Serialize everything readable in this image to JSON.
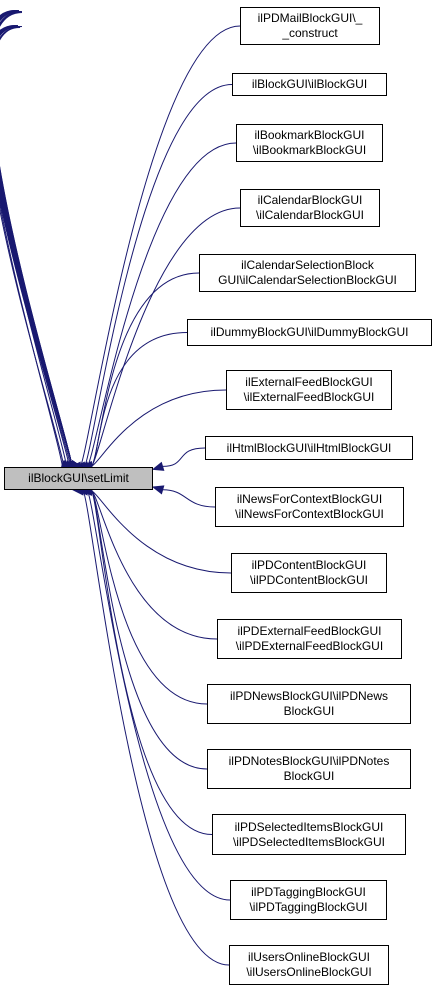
{
  "graph": {
    "root": {
      "label": "ilBlockGUI\\setLimit"
    },
    "callers": [
      {
        "lines": [
          "ilPDMailBlockGUI\\_",
          "_construct"
        ]
      },
      {
        "lines": [
          "ilBlockGUI\\ilBlockGUI"
        ]
      },
      {
        "lines": [
          "ilBookmarkBlockGUI",
          "\\ilBookmarkBlockGUI"
        ]
      },
      {
        "lines": [
          "ilCalendarBlockGUI",
          "\\ilCalendarBlockGUI"
        ]
      },
      {
        "lines": [
          "ilCalendarSelectionBlock",
          "GUI\\ilCalendarSelectionBlockGUI"
        ]
      },
      {
        "lines": [
          "ilDummyBlockGUI\\ilDummyBlockGUI"
        ]
      },
      {
        "lines": [
          "ilExternalFeedBlockGUI",
          "\\ilExternalFeedBlockGUI"
        ]
      },
      {
        "lines": [
          "ilHtmlBlockGUI\\ilHtmlBlockGUI"
        ]
      },
      {
        "lines": [
          "ilNewsForContextBlockGUI",
          "\\ilNewsForContextBlockGUI"
        ]
      },
      {
        "lines": [
          "ilPDContentBlockGUI",
          "\\ilPDContentBlockGUI"
        ]
      },
      {
        "lines": [
          "ilPDExternalFeedBlockGUI",
          "\\ilPDExternalFeedBlockGUI"
        ]
      },
      {
        "lines": [
          "ilPDNewsBlockGUI\\ilPDNews",
          "BlockGUI"
        ]
      },
      {
        "lines": [
          "ilPDNotesBlockGUI\\ilPDNotes",
          "BlockGUI"
        ]
      },
      {
        "lines": [
          "ilPDSelectedItemsBlockGUI",
          "\\ilPDSelectedItemsBlockGUI"
        ]
      },
      {
        "lines": [
          "ilPDTaggingBlockGUI",
          "\\ilPDTaggingBlockGUI"
        ]
      },
      {
        "lines": [
          "ilUsersOnlineBlockGUI",
          "\\ilUsersOnlineBlockGUI"
        ]
      }
    ]
  },
  "colors": {
    "edge": "#191970",
    "root_fill": "#bfbfbf",
    "node_fill": "#ffffff",
    "node_border": "#000000"
  }
}
